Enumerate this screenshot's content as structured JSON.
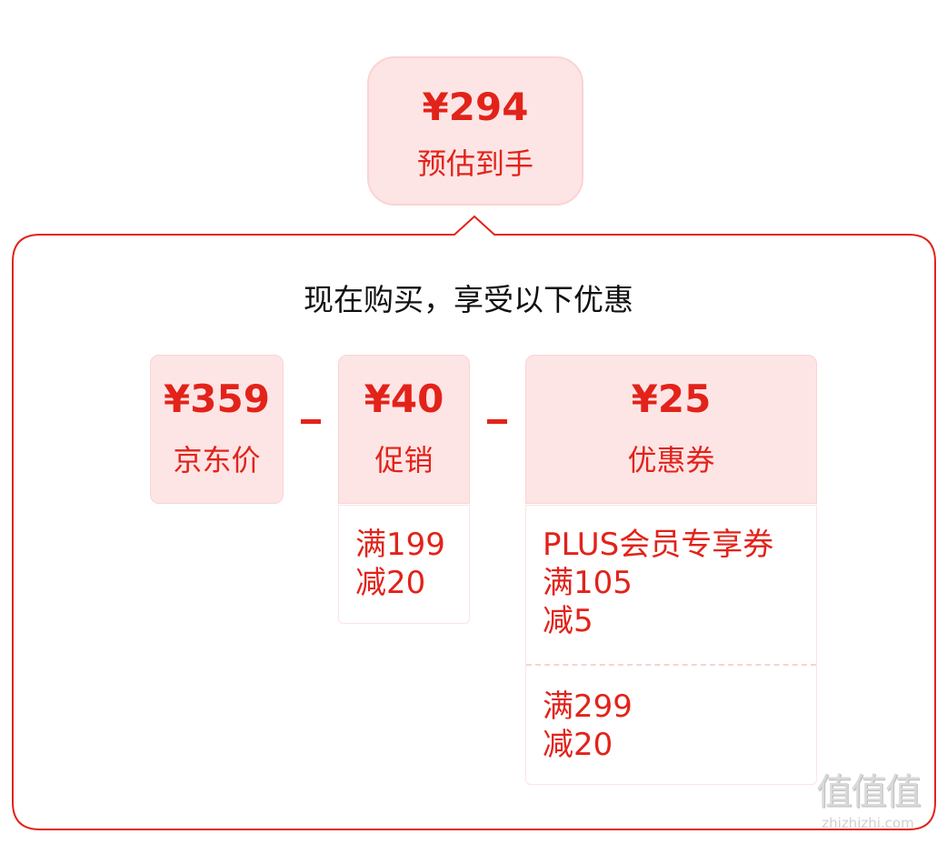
{
  "estimate": {
    "price": "¥294",
    "label": "预估到手"
  },
  "headline": "现在购买，享受以下优惠",
  "jd_price": {
    "amount": "¥359",
    "label": "京东价"
  },
  "promotion": {
    "amount": "¥40",
    "label": "促销",
    "lines": [
      "满199",
      "减20"
    ]
  },
  "coupon": {
    "amount": "¥25",
    "label": "优惠券",
    "items": [
      {
        "lines": [
          "PLUS会员专享券",
          "满105",
          "减5"
        ]
      },
      {
        "lines": [
          "满299",
          "减20"
        ]
      }
    ]
  },
  "watermark": {
    "logo": "值值值",
    "url": "zhizhizhi.com"
  },
  "colors": {
    "accent": "#e2231a",
    "card_fill": "#fde5e5",
    "card_border": "#fbd3d3"
  },
  "icons": {
    "operator": "minus-sign"
  }
}
